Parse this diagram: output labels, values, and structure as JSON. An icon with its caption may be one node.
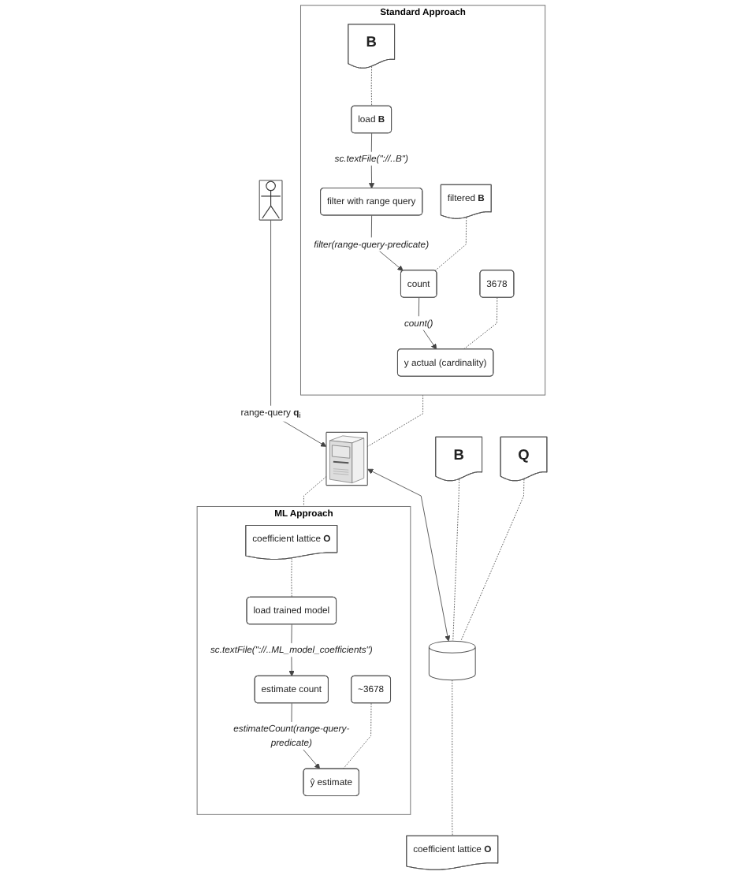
{
  "diagram": {
    "nodes": [
      {
        "text": [
          "Standard Approach"
        ]
      },
      {
        "text": [
          "load **B**"
        ],
        "in": 0
      },
      {
        "text": [
          "B"
        ],
        "in": 0
      },
      {
        "text": [
          "filter with range query"
        ],
        "in": 0
      },
      {
        "text": [
          "count"
        ],
        "in": 0
      },
      {
        "text": [
          "filtered **B**"
        ],
        "in": 0
      },
      {
        "text": [
          "y actual (cardinality)"
        ],
        "in": 0
      },
      {
        "text": [
          "3678"
        ],
        "in": 0
      },
      {
        "text": [
          "B"
        ]
      },
      {
        "text": [
          "Q"
        ]
      },
      {
        "text": [],
        "shape": "person"
      },
      {
        "text": [],
        "shape": "picture"
      },
      {
        "text": [],
        "shape": "cylinder"
      },
      {
        "text": [
          "coefficient lattice **O**"
        ]
      },
      {
        "text": [
          "ML Approach"
        ]
      },
      {
        "text": [
          "load trained model"
        ],
        "in": 14
      },
      {
        "text": [
          "coefficient lattice **O**"
        ],
        "in": 14
      },
      {
        "text": [
          "estimate count"
        ],
        "in": 14
      },
      {
        "text": [
          "ŷ estimate"
        ],
        "in": 14
      },
      {
        "text": [
          "~3678"
        ],
        "in": 14
      }
    ],
    "edges": [
      {
        "from": 1,
        "to": 3,
        "arrow": "to",
        "label": "sc.textFile(\"://..B\")"
      },
      {
        "from": 3,
        "to": 4,
        "arrow": "to",
        "label": "filter(range-query-predicate)"
      },
      {
        "from": 4,
        "to": 6,
        "arrow": "to",
        "label": "count()"
      },
      {
        "from": 2,
        "to": 1,
        "arrow": "none",
        "style": "dashed"
      },
      {
        "from": 5,
        "to": 4,
        "arrow": "none",
        "style": "dashed"
      },
      {
        "from": 7,
        "to": 6,
        "arrow": "none",
        "style": "dashed"
      },
      {
        "from": 0,
        "to": 11,
        "arrow": "none",
        "style": "dashed"
      },
      {
        "from": 10,
        "to": 11,
        "arrow": "to",
        "label": "range-query **q**$_{i}$"
      },
      {
        "from": 11,
        "to": 12,
        "arrow": "both"
      },
      {
        "from": 8,
        "to": 12,
        "arrow": "none",
        "style": "dashed"
      },
      {
        "from": 9,
        "to": 12,
        "arrow": "none",
        "style": "dashed"
      },
      {
        "from": 12,
        "to": 13,
        "arrow": "none",
        "style": "dashed"
      },
      {
        "from": 11,
        "to": 14,
        "arrow": "none",
        "style": "dashed"
      },
      {
        "from": 15,
        "to": 17,
        "arrow": "to",
        "label": "sc.textFile(\"://..ML_model_coefficients\")"
      },
      {
        "from": 17,
        "to": 18,
        "arrow": "to",
        "label": "estimateCount(range-query-predicate)"
      },
      {
        "from": 16,
        "to": 15,
        "arrow": "none",
        "style": "dashed"
      },
      {
        "from": 19,
        "to": 18,
        "arrow": "none",
        "style": "dashed"
      }
    ]
  }
}
